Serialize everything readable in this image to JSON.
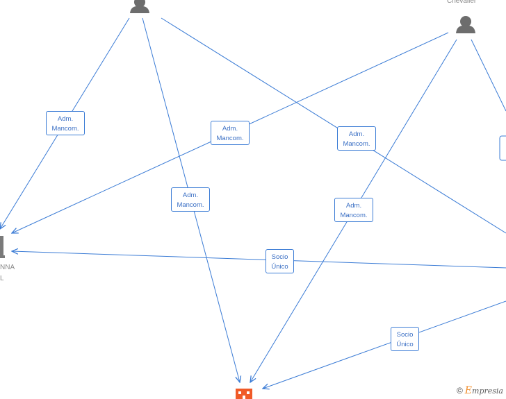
{
  "nodes": {
    "person_top_left": {
      "label": ""
    },
    "person_top_right": {
      "label": "Chevalier"
    },
    "company_left": {
      "label_line1": "NNA",
      "label_line2": "L"
    },
    "company_bottom": {
      "label": ""
    }
  },
  "edges": {
    "adm_1": {
      "line1": "Adm.",
      "line2": "Mancom."
    },
    "adm_2": {
      "line1": "Adm.",
      "line2": "Mancom."
    },
    "adm_3": {
      "line1": "Adm.",
      "line2": "Mancom."
    },
    "adm_4": {
      "line1": "Adm.",
      "line2": "Mancom."
    },
    "adm_5": {
      "line1": "Adm.",
      "line2": "Mancom."
    },
    "socio_1": {
      "line1": "Socio",
      "line2": "Único"
    },
    "socio_2": {
      "line1": "Socio",
      "line2": "Único"
    }
  },
  "colors": {
    "edge": "#3a7bd5",
    "person_icon": "#6d6d6d",
    "company_icon": "#f05a28"
  },
  "footer": {
    "copyright_symbol": "©",
    "brand_first": "E",
    "brand_rest": "mpresia"
  }
}
